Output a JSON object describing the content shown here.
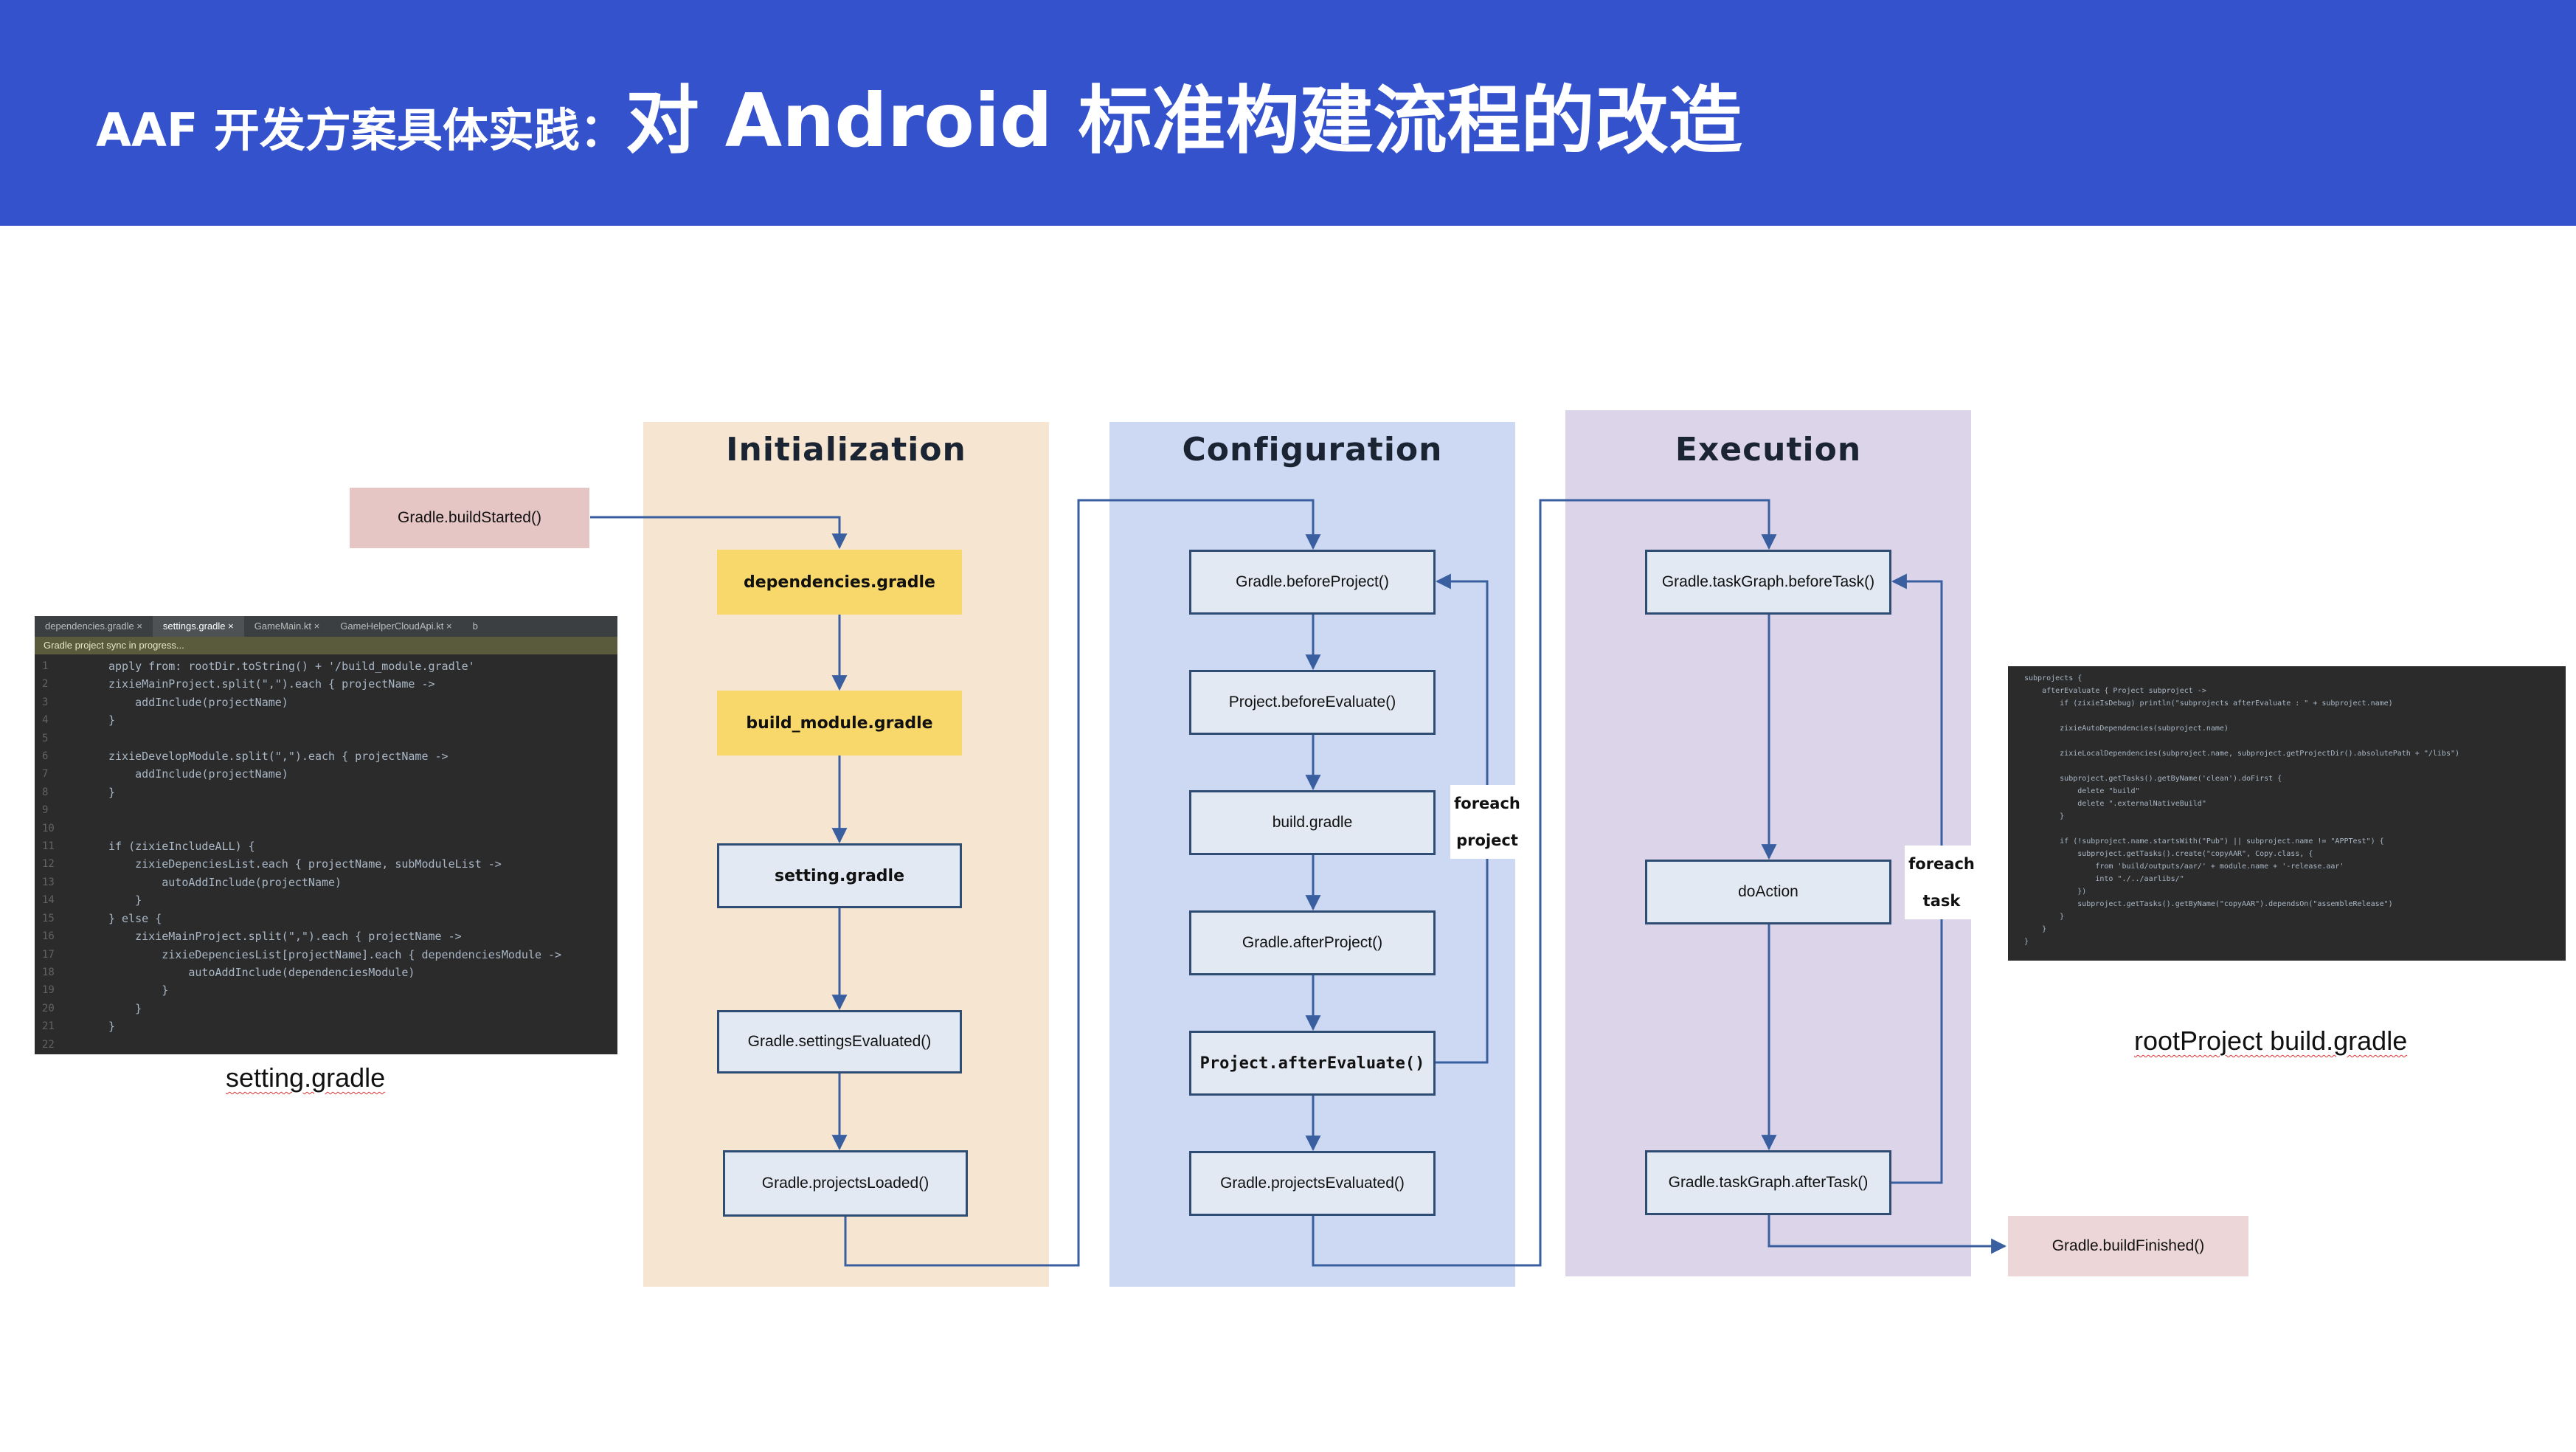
{
  "header": {
    "title_prefix": "AAF 开发方案具体实践：",
    "title_main": "对 Android 标准构建流程的改造"
  },
  "phases": {
    "initialization": "Initialization",
    "configuration": "Configuration",
    "execution": "Execution"
  },
  "nodes": {
    "build_started": "Gradle.buildStarted()",
    "dependencies_gradle": "dependencies.gradle",
    "build_module_gradle": "build_module.gradle",
    "setting_gradle": "setting.gradle",
    "settings_evaluated": "Gradle.settingsEvaluated()",
    "projects_loaded": "Gradle.projectsLoaded()",
    "before_project": "Gradle.beforeProject()",
    "project_before_evaluate": "Project.beforeEvaluate()",
    "build_gradle": "build.gradle",
    "after_project": "Gradle.afterProject()",
    "project_after_evaluate": "Project.afterEvaluate()",
    "projects_evaluated": "Gradle.projectsEvaluated()",
    "before_task": "Gradle.taskGraph.beforeTask()",
    "do_action": "doAction",
    "after_task": "Gradle.taskGraph.afterTask()",
    "build_finished": "Gradle.buildFinished()"
  },
  "loop_labels": {
    "foreach_project_1": "foreach",
    "foreach_project_2": "project",
    "foreach_task_1": "foreach",
    "foreach_task_2": "task"
  },
  "left_code": {
    "tabs": [
      "dependencies.gradle ×",
      "settings.gradle ×",
      "GameMain.kt ×",
      "GameHelperCloudApi.kt ×",
      "b"
    ],
    "sync_message": "Gradle project sync in progress...",
    "line_numbers": "1\n2\n3\n4\n5\n6\n7\n8\n9\n10\n11\n12\n13\n14\n15\n16\n17\n18\n19\n20\n21\n22",
    "code": "apply from: rootDir.toString() + '/build_module.gradle'\nzixieMainProject.split(\",\").each { projectName ->\n    addInclude(projectName)\n}\n\nzixieDevelopModule.split(\",\").each { projectName ->\n    addInclude(projectName)\n}\n\n\nif (zixieIncludeALL) {\n    zixieDepenciesList.each { projectName, subModuleList ->\n        autoAddInclude(projectName)\n    }\n} else {\n    zixieMainProject.split(\",\").each { projectName ->\n        zixieDepenciesList[projectName].each { dependenciesModule ->\n            autoAddInclude(dependenciesModule)\n        }\n    }\n}",
    "caption": "setting.gradle"
  },
  "right_code": {
    "code": "subprojects {\n    afterEvaluate { Project subproject ->\n        if (zixieIsDebug) println(\"subprojects afterEvaluate : \" + subproject.name)\n\n        zixieAutoDependencies(subproject.name)\n\n        zixieLocalDependencies(subproject.name, subproject.getProjectDir().absolutePath + \"/libs\")\n\n        subproject.getTasks().getByName('clean').doFirst {\n            delete \"build\"\n            delete \".externalNativeBuild\"\n        }\n\n        if (!subproject.name.startsWith(\"Pub\") || subproject.name != \"APPTest\") {\n            subproject.getTasks().create(\"copyAAR\", Copy.class, {\n                from 'build/outputs/aar/' + module.name + '-release.aar'\n                into \"./../aarlibs/\"\n            })\n            subproject.getTasks().getByName(\"copyAAR\").dependsOn(\"assembleRelease\")\n        }\n    }\n}",
    "caption": "rootProject build.gradle"
  },
  "colors": {
    "header": "#3352cc",
    "initialization_bg": "#f6e5d0",
    "configuration_bg": "#cdd9f3",
    "execution_bg": "#dcd4e9",
    "node_fill": "#e3e9f3",
    "node_border": "#2f4c73",
    "yellow_node": "#f8d86a",
    "arrow": "#3a5fa0"
  }
}
